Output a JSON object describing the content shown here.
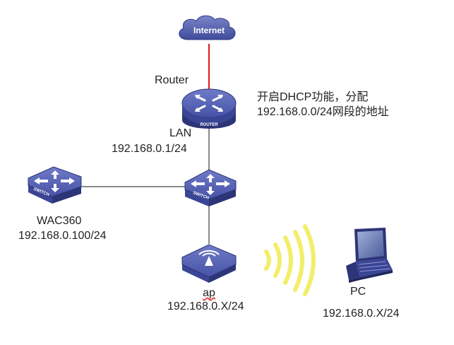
{
  "diagram": {
    "internet": {
      "label": "Internet"
    },
    "router": {
      "title": "Router",
      "device_text": "ROUTER",
      "lan_label": "LAN",
      "lan_ip": "192.168.0.1/24"
    },
    "note": {
      "line1": "开启DHCP功能，分配",
      "line2": "192.168.0.0/24网段的地址"
    },
    "core_switch": {
      "device_text": "SWITCH"
    },
    "wac": {
      "device_text": "SWITCH",
      "name": "WAC360",
      "ip": "192.168.0.100/24"
    },
    "ap": {
      "name": "ap",
      "ip": "192.168.0.X/24"
    },
    "pc": {
      "name": "PC",
      "ip": "192.168.0.X/24"
    },
    "colors": {
      "device_blue": "#4a55a8",
      "device_dark": "#2c3577",
      "internet_link": "#e01818",
      "cable": "#8a8a8a",
      "wireless": "#f2ee6a"
    }
  }
}
